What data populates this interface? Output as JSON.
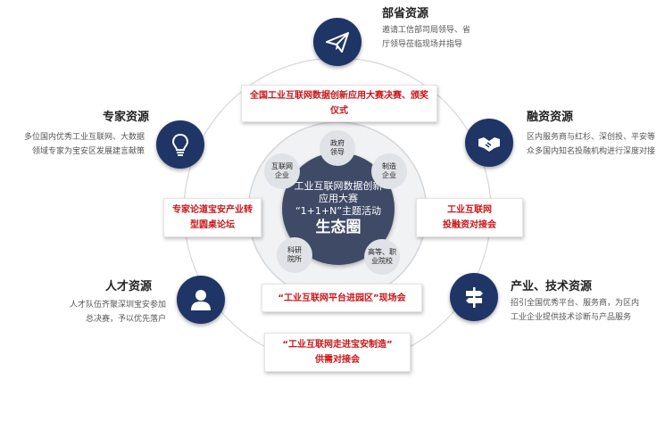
{
  "core": {
    "line1": "工业互联网数据创新",
    "line2": "应用大赛",
    "line3": "“1+1+N”主题活动",
    "line4": "生态圈"
  },
  "inner_nodes": [
    {
      "line1": "政府",
      "line2": "领导"
    },
    {
      "line1": "制造",
      "line2": "企业"
    },
    {
      "line1": "高等、职",
      "line2": "业院校"
    },
    {
      "line1": "科研",
      "line2": "院所"
    },
    {
      "line1": "互联网",
      "line2": "企业"
    }
  ],
  "resources": {
    "provincial": {
      "title": "部省资源",
      "desc1": "邀请工信部司局领导、省",
      "desc2": "厅领导莅临现场并指导",
      "icon": "paper-plane-icon"
    },
    "financing": {
      "title": "融资资源",
      "desc1": "区内服务商与红杉、深创投、平安等",
      "desc2": "众多国内知名投融机构进行深度对接",
      "icon": "handshake-icon"
    },
    "industry_tech": {
      "title": "产业、技术资源",
      "desc1": "招引全国优秀平台、服务商，为区内",
      "desc2": "工业企业提供技术诊断与产品服务",
      "icon": "signpost-icon"
    },
    "talent": {
      "title": "人才资源",
      "desc1": "人才队伍齐聚深圳宝安参加",
      "desc2": "总决赛，予以优先落户",
      "icon": "person-icon"
    },
    "expert": {
      "title": "专家资源",
      "desc1": "多位国内优秀工业互联网、大数据",
      "desc2": "领域专家为宝安区发展建言献策",
      "icon": "lightbulb-icon"
    }
  },
  "events": {
    "finals": {
      "line1": "全国工业互联网数据创新应用大赛决赛、颁奖",
      "line2": "仪式"
    },
    "expert_forum": {
      "line1": "专家论道宝安产业转",
      "line2": "型圆桌论坛"
    },
    "financing_meeting": {
      "line1": "工业互联网",
      "line2": "投融资对接会"
    },
    "park_meeting": {
      "line1": "“工业互联网平台进园区”现场会"
    },
    "supply_demand": {
      "line1": "“工业互联网走进宝安制造”",
      "line2": "供需对接会"
    }
  },
  "colors": {
    "navy": "#1f3566",
    "core": "#3f4a66",
    "accent_red": "#c81518",
    "inner": "#dfe2e6"
  }
}
